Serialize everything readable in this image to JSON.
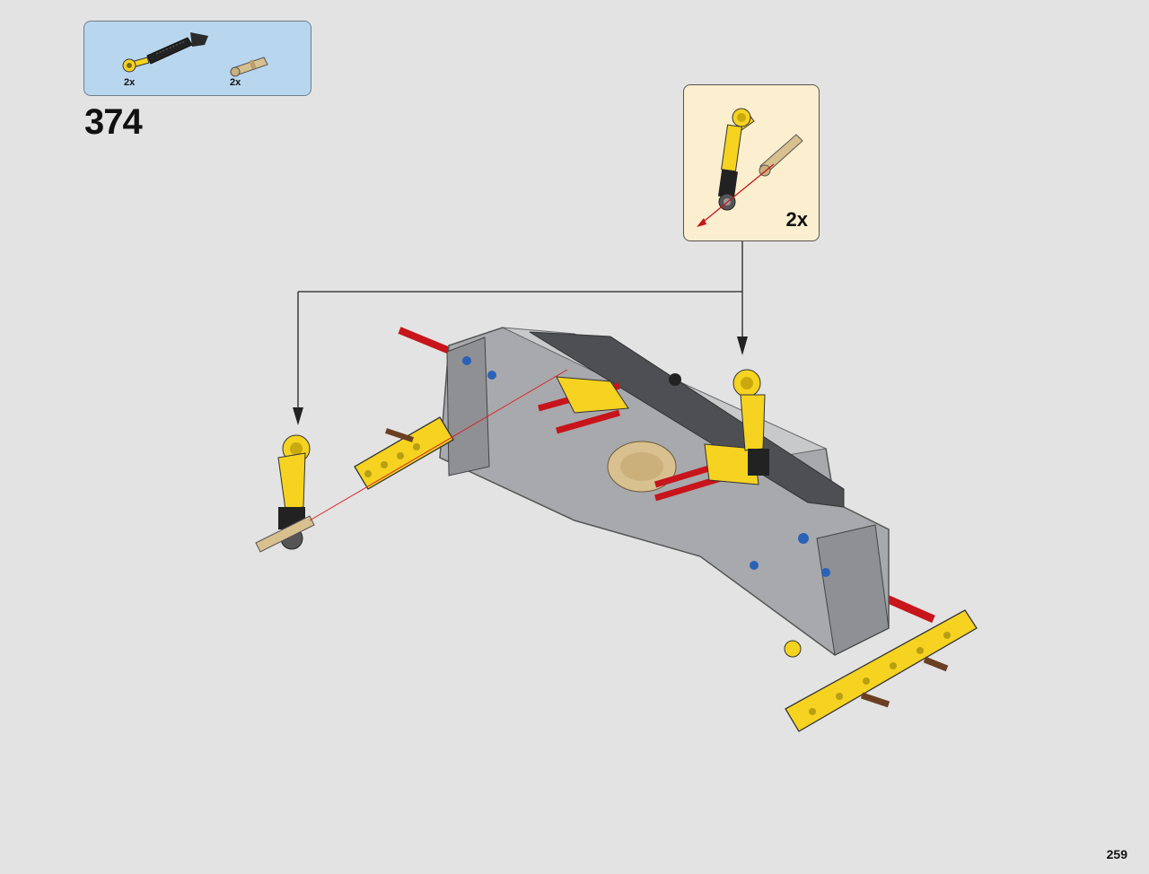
{
  "parts_box": {
    "items": [
      {
        "icon": "yellow-shock-absorber-icon",
        "quantity": "2x"
      },
      {
        "icon": "tan-axle-pin-icon",
        "quantity": "2x"
      }
    ]
  },
  "step": {
    "number": "374"
  },
  "callout": {
    "quantity": "2x",
    "icons": [
      "yellow-shock-absorber-icon",
      "tan-axle-pin-icon"
    ]
  },
  "page": {
    "number": "259"
  },
  "colors": {
    "background": "#e3e3e3",
    "parts_box_bg": "#b9d6ef",
    "callout_bg": "#fcefcf",
    "yellow": "#f5d320",
    "red_axle": "#c8141b",
    "light_grey": "#a7a9ac",
    "dark_grey": "#4d4f53",
    "tan": "#d8c08f",
    "blue": "#2a62b7"
  }
}
